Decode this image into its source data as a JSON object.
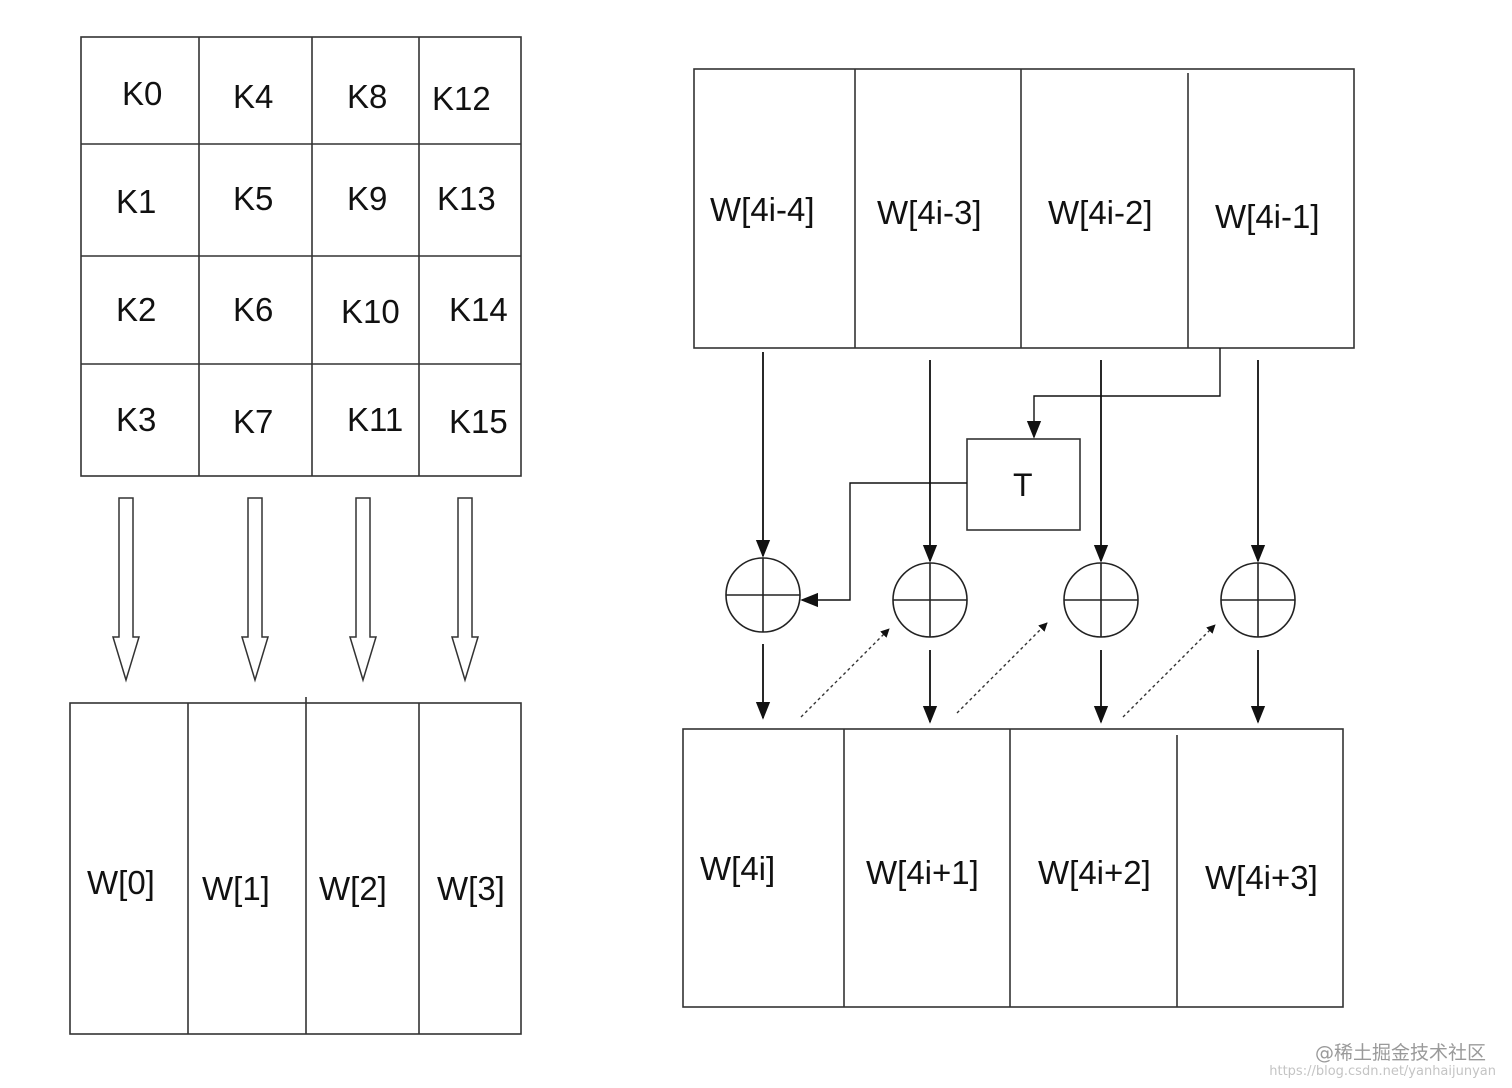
{
  "key_matrix": {
    "cells": [
      [
        "K0",
        "K4",
        "K8",
        "K12"
      ],
      [
        "K1",
        "K5",
        "K9",
        "K13"
      ],
      [
        "K2",
        "K6",
        "K10",
        "K14"
      ],
      [
        "K3",
        "K7",
        "K11",
        "K15"
      ]
    ]
  },
  "initial_words": [
    "W[0]",
    "W[1]",
    "W[2]",
    "W[3]"
  ],
  "previous_words": [
    "W[4i-4]",
    "W[4i-3]",
    "W[4i-2]",
    "W[4i-1]"
  ],
  "transform_label": "T",
  "next_words": [
    "W[4i]",
    "W[4i+1]",
    "W[4i+2]",
    "W[4i+3]"
  ],
  "watermark": {
    "line1": "@稀土掘金技术社区",
    "line2": "https://blog.csdn.net/yanhaijunyan"
  }
}
